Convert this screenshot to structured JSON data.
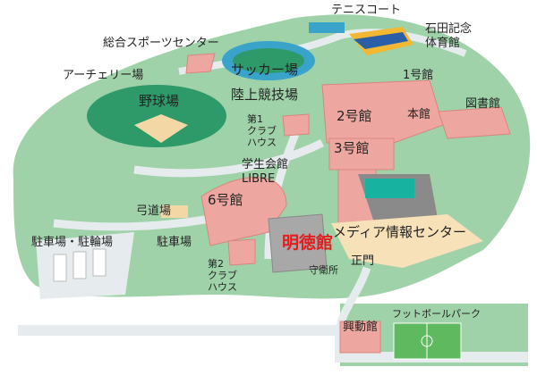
{
  "map": {
    "colors": {
      "land": "#9fd2a9",
      "road": "#e6ecee",
      "building": "#eea7a0",
      "building_dark": "#d9847f",
      "field": "#2e9a6a",
      "highlight": "#e02020"
    },
    "labels": {
      "tennis": "テニスコート",
      "gym": "石田記念\n体育館",
      "gym_line1": "石田記念",
      "gym_line2": "体育館",
      "sports_center": "総合スポーツセンター",
      "soccer": "サッカー場",
      "archery": "アーチェリー場",
      "track": "陸上競技場",
      "baseball": "野球場",
      "bldg1": "1号館",
      "library": "図書館",
      "bldg2": "2号館",
      "main": "本館",
      "club1_l1": "第1",
      "club1_l2": "クラブ",
      "club1_l3": "ハウス",
      "bldg3": "3号館",
      "student_l1": "学生会館",
      "student_l2": "LIBRE",
      "bldg6": "6号館",
      "kyudo": "弓道場",
      "parking_bike": "駐車場・駐輪場",
      "parking": "駐車場",
      "meitoku": "明徳館",
      "media": "メディア情報センター",
      "club2_l1": "第2",
      "club2_l2": "クラブ",
      "club2_l3": "ハウス",
      "guard": "守衛所",
      "gate": "正門",
      "football": "フットボールパーク",
      "kodo": "興動館"
    }
  }
}
